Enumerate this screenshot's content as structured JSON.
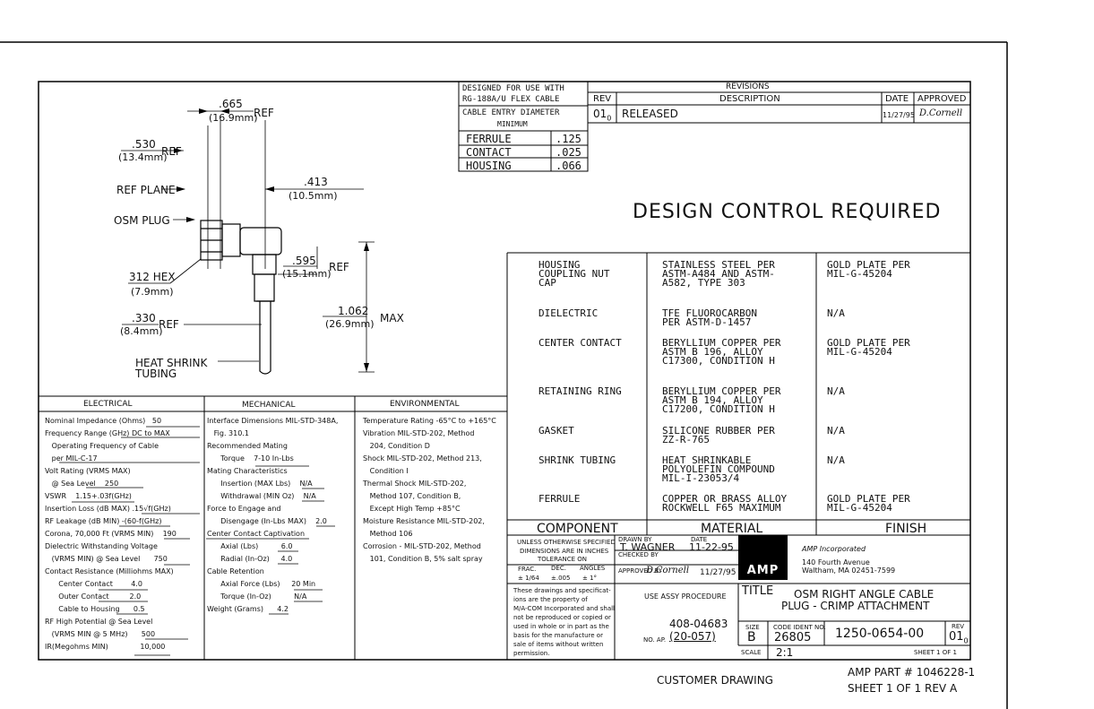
{
  "dims": {
    "d665": ".665",
    "d665mm": "(16.9mm)",
    "d665ref": "REF",
    "d530": ".530",
    "d530mm": "(13.4mm)",
    "d530ref": "REF",
    "refplane": "REF PLANE",
    "osmplug": "OSM PLUG",
    "d413": ".413",
    "d413mm": "(10.5mm)",
    "d595": ".595",
    "d595mm": "(15.1mm)",
    "d595ref": "REF",
    "d312": "312 HEX",
    "d312mm": "(7.9mm)",
    "d1062": "1.062",
    "d1062mm": "(26.9mm)",
    "d1062max": "MAX",
    "d330": ".330",
    "d330mm": "(8.4mm)",
    "d330ref": "REF",
    "heatshrink1": "HEAT SHRINK",
    "heatshrink2": "TUBING"
  },
  "design_for": {
    "line1": "DESIGNED FOR USE WITH",
    "line2": "RG-188A/U FLEX CABLE",
    "line3": "CABLE ENTRY DIAMETER",
    "line4": "MINIMUM",
    "rows": [
      {
        "part": "FERRULE",
        "val": ".125"
      },
      {
        "part": "CONTACT",
        "val": ".025"
      },
      {
        "part": "HOUSING",
        "val": ".066"
      }
    ]
  },
  "revisions": {
    "title": "REVISIONS",
    "rev_h": "REV",
    "desc_h": "DESCRIPTION",
    "date_h": "DATE",
    "appr_h": "APPROVED",
    "rev": "01",
    "rev_sub": "0",
    "desc": "RELEASED",
    "date": "11/27/95",
    "approved": "D.Cornell"
  },
  "design_control": "DESIGN CONTROL REQUIRED",
  "materials": {
    "rows": [
      {
        "comp": [
          "HOUSING",
          "COUPLING NUT",
          "CAP"
        ],
        "mat": [
          "STAINLESS STEEL PER",
          "ASTM-A484 AND ASTM-",
          "A582, TYPE 303"
        ],
        "fin": [
          "GOLD PLATE PER",
          "MIL-G-45204"
        ]
      },
      {
        "comp": [
          "DIELECTRIC"
        ],
        "mat": [
          "TFE FLUOROCARBON",
          "PER ASTM-D-1457"
        ],
        "fin": [
          "N/A"
        ]
      },
      {
        "comp": [
          "CENTER CONTACT"
        ],
        "mat": [
          "BERYLLIUM COPPER PER",
          "ASTM B 196, ALLOY",
          "C17300, CONDITION H"
        ],
        "fin": [
          "GOLD PLATE PER",
          "MIL-G-45204"
        ]
      },
      {
        "comp": [
          "RETAINING RING"
        ],
        "mat": [
          "BERYLLIUM COPPER PER",
          "ASTM B 194, ALLOY",
          "C17200, CONDITION H"
        ],
        "fin": [
          "N/A"
        ]
      },
      {
        "comp": [
          "GASKET"
        ],
        "mat": [
          "SILICONE RUBBER PER",
          "ZZ-R-765"
        ],
        "fin": [
          "N/A"
        ]
      },
      {
        "comp": [
          "SHRINK TUBING"
        ],
        "mat": [
          "HEAT SHRINKABLE",
          "POLYOLEFIN COMPOUND",
          "MIL-I-23053/4"
        ],
        "fin": [
          "N/A"
        ]
      },
      {
        "comp": [
          "FERRULE"
        ],
        "mat": [
          "COPPER OR BRASS ALLOY",
          "ROCKWELL F65 MAXIMUM"
        ],
        "fin": [
          "GOLD PLATE PER",
          "MIL-G-45204"
        ]
      }
    ],
    "h_comp": "COMPONENT",
    "h_mat": "MATERIAL",
    "h_fin": "FINISH"
  },
  "specs": {
    "electrical_h": "ELECTRICAL",
    "electrical": [
      "Nominal Impedance (Ohms)   50",
      "Frequency Range (GHz) DC to MAX",
      "   Operating Frequency of Cable",
      "   per MIL-C-17",
      "Volt Rating (VRMS MAX)",
      "   @ Sea Level    250",
      "VSWR    1.15+.03f(GHz)",
      "Insertion Loss (dB MAX) .15√f(GHz)",
      "RF Leakage (dB MIN) -(60-f(GHz)",
      "Corona, 70,000 Ft (VRMS MIN)    190",
      "Dielectric Withstanding Voltage",
      "   (VRMS MIN) @ Sea Level      750",
      "Contact Resistance (Milliohms MAX)",
      "      Center Contact        4.0",
      "      Outer Contact         2.0",
      "      Cable to Housing      0.5",
      "RF High Potential @ Sea Level",
      "   (VRMS MIN @ 5 MHz)      500",
      "IR(Megohms MIN)              10,000"
    ],
    "mechanical_h": "MECHANICAL",
    "mechanical": [
      "Interface Dimensions MIL-STD-348A,",
      "   Fig. 310.1",
      "Recommended Mating",
      "      Torque    7-10 In-Lbs",
      "Mating Characteristics",
      "      Insertion (MAX Lbs)    N/A",
      "      Withdrawal (MIN Oz)    N/A",
      "Force to Engage and",
      "      Disengage (In-Lbs MAX)    2.0",
      "Center Contact Captivation",
      "      Axial (Lbs)          6.0",
      "      Radial (In-Oz)     4.0",
      "Cable Retention",
      "      Axial Force (Lbs)     20 Min",
      "      Torque (In-Oz)          N/A",
      "Weight (Grams)      4.2"
    ],
    "environmental_h": "ENVIRONMENTAL",
    "environmental": [
      "Temperature Rating -65°C to +165°C",
      "Vibration MIL-STD-202, Method",
      "   204, Condition D",
      "Shock MIL-STD-202, Method 213,",
      "   Condition I",
      "Thermal Shock MIL-STD-202,",
      "   Method 107, Condition B,",
      "   Except High Temp +85°C",
      "Moisture Resistance MIL-STD-202,",
      "   Method 106",
      "Corrosion - MIL-STD-202, Method",
      "   101, Condition B, 5% salt spray"
    ]
  },
  "titleblock": {
    "unless": [
      "UNLESS OTHERWISE SPECIFIED",
      "DIMENSIONS ARE IN INCHES",
      "TOLERANCE ON"
    ],
    "tol_frac": "FRAC.",
    "tol_dec": "DEC.",
    "tol_ang": "ANGLES",
    "tol_frac_v": "± 1/64",
    "tol_dec_v": "±.005",
    "tol_ang_v": "± 1°",
    "drawn_l": "DRAWN BY",
    "drawn": "T. WAGNER",
    "date_l": "DATE",
    "drawn_date": "11-22-95",
    "checked_l": "CHECKED BY",
    "approved_l": "APPROVED BY",
    "approved": "D.Cornell",
    "approved_date": "11/27/95",
    "amp": "AMP",
    "company": "AMP Incorporated",
    "addr1": "140 Fourth Avenue",
    "addr2": "Waltham, MA 02451-7599",
    "legal": [
      "These drawings and specificat-",
      "ions are the property of",
      "M/A-COM Incorporated and shall",
      "not be reproduced or copied or",
      "used in whole or in part as the",
      "basis for the manufacture or",
      "sale of items without written",
      "permission."
    ],
    "assy_proc": "USE ASSY PROCEDURE",
    "proc_no": "408-04683",
    "no_ap_l": "NO. AP.",
    "no_ap": "(20-057)",
    "title_l": "TITLE",
    "title1": "OSM RIGHT ANGLE CABLE",
    "title2": "PLUG - CRIMP ATTACHMENT",
    "size_l": "SIZE",
    "size": "B",
    "code_l": "CODE IDENT NO.",
    "code": "26805",
    "dwg": "1250-0654-00",
    "rev_l": "REV",
    "rev": "01",
    "rev_sub": "0",
    "scale_l": "SCALE",
    "scale": "2:1",
    "sheet": "SHEET 1 OF 1"
  },
  "footer": {
    "customer": "CUSTOMER DRAWING",
    "amp_part": "AMP PART # 1046228-1",
    "sheet": "SHEET 1 OF 1   REV A"
  }
}
